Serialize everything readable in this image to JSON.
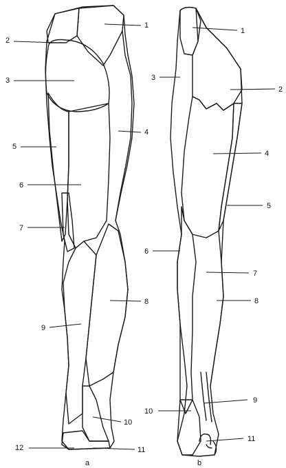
{
  "figure": {
    "panels": [
      {
        "id": "a",
        "caption": "a",
        "labels": [
          {
            "text": "1"
          },
          {
            "text": "2"
          },
          {
            "text": "3"
          },
          {
            "text": "4"
          },
          {
            "text": "5"
          },
          {
            "text": "6"
          },
          {
            "text": "7"
          },
          {
            "text": "8"
          },
          {
            "text": "9"
          },
          {
            "text": "10"
          },
          {
            "text": "11"
          },
          {
            "text": "12"
          }
        ]
      },
      {
        "id": "b",
        "caption": "b",
        "labels": [
          {
            "text": "1"
          },
          {
            "text": "2"
          },
          {
            "text": "3"
          },
          {
            "text": "4"
          },
          {
            "text": "5"
          },
          {
            "text": "6"
          },
          {
            "text": "7"
          },
          {
            "text": "8"
          },
          {
            "text": "9"
          },
          {
            "text": "10"
          },
          {
            "text": "11"
          }
        ]
      }
    ],
    "fill_patterns": [
      "diagonal-hatch",
      "crosshatch",
      "stipple",
      "blank"
    ]
  }
}
